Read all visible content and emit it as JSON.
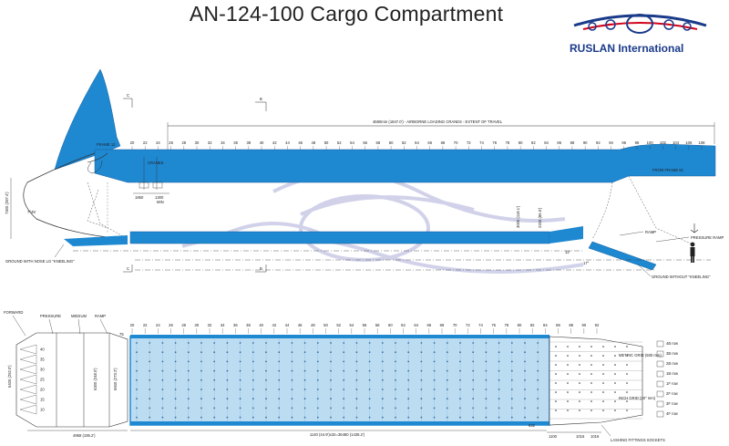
{
  "title": "AN-124-100 Cargo Compartment",
  "logo": {
    "brand_text": "RUSLAN International",
    "icon": "airplane-logo-icon"
  },
  "colors": {
    "fuselage_blue": "#1e88d1",
    "cargo_floor_light": "#bcdcf2",
    "line": "#333333",
    "watermark": "#c9cbe6",
    "brand_red": "#d0021b",
    "brand_blue": "#1a3a8a"
  },
  "side_view": {
    "frame_numbers": [
      "20",
      "22",
      "24",
      "26",
      "28",
      "30",
      "32",
      "34",
      "36",
      "38",
      "40",
      "42",
      "44",
      "46",
      "48",
      "50",
      "52",
      "54",
      "56",
      "58",
      "60",
      "62",
      "64",
      "66",
      "68",
      "70",
      "72",
      "74",
      "76",
      "78",
      "80",
      "82",
      "84",
      "86",
      "88",
      "90",
      "92",
      "94",
      "96",
      "98",
      "100",
      "102",
      "104",
      "106",
      "108"
    ],
    "frame_label": "FRAME 12",
    "crane_travel": "4680mm (1847.0') - AIRBORNE LOADING CRANES - EXTENT OF TRAVEL",
    "section_marks": [
      "C",
      "B",
      "C",
      "B"
    ],
    "pressure_ramp": "PRESSURE RAMP",
    "ramp": "RAMP",
    "ground_nose": "GROUND WITH NOSE LG \"KNEELING\"",
    "ground_no_kneel": "GROUND WITHOUT \"KNEELING\"",
    "height_1": "3000 (118.1')",
    "height_2": "2200 (86.6')",
    "angle_1": "12°",
    "angle_2": "17°",
    "cranes": "CRANES",
    "nose_height": "7300 (287.4')",
    "dims": [
      "1850",
      "1300"
    ],
    "min": "MIN",
    "door": "7°45'",
    "frame_ref": "FROM FRAME 91"
  },
  "plan_view": {
    "labels": [
      "FORWARD",
      "PRESSURE",
      "MEDIUM",
      "RAMP"
    ],
    "frame_numbers": [
      "20",
      "22",
      "24",
      "26",
      "28",
      "30",
      "32",
      "34",
      "36",
      "38",
      "40",
      "42",
      "44",
      "46",
      "48",
      "50",
      "52",
      "54",
      "56",
      "58",
      "60",
      "62",
      "64",
      "66",
      "68",
      "70",
      "72",
      "74",
      "76",
      "78",
      "80",
      "82",
      "84",
      "86",
      "88",
      "90",
      "92"
    ],
    "rows": [
      "4B row",
      "3B row",
      "2B row",
      "1B row",
      "1F row",
      "2F row",
      "3F row",
      "4F row"
    ],
    "metric_grid": "METRIC GRID (500 mm)",
    "inch_grid": "INCH GRID (20\" mm)",
    "length": "1140 (44.9')x32=36480 (1436.2')",
    "width_1": "6400 (252.0')",
    "width_2": "6300 (248.0')",
    "width_3": "6940 (273.2')",
    "dim_left": "4958 (195.2')",
    "dim_small": "75",
    "dim_632": "632",
    "bottom_dims": [
      "1100",
      "1016",
      "1016"
    ],
    "lashing": "LASHING FITTINGS SOCKETS",
    "fwd_rows": [
      "40",
      "35",
      "30",
      "25",
      "20",
      "15",
      "10"
    ]
  }
}
